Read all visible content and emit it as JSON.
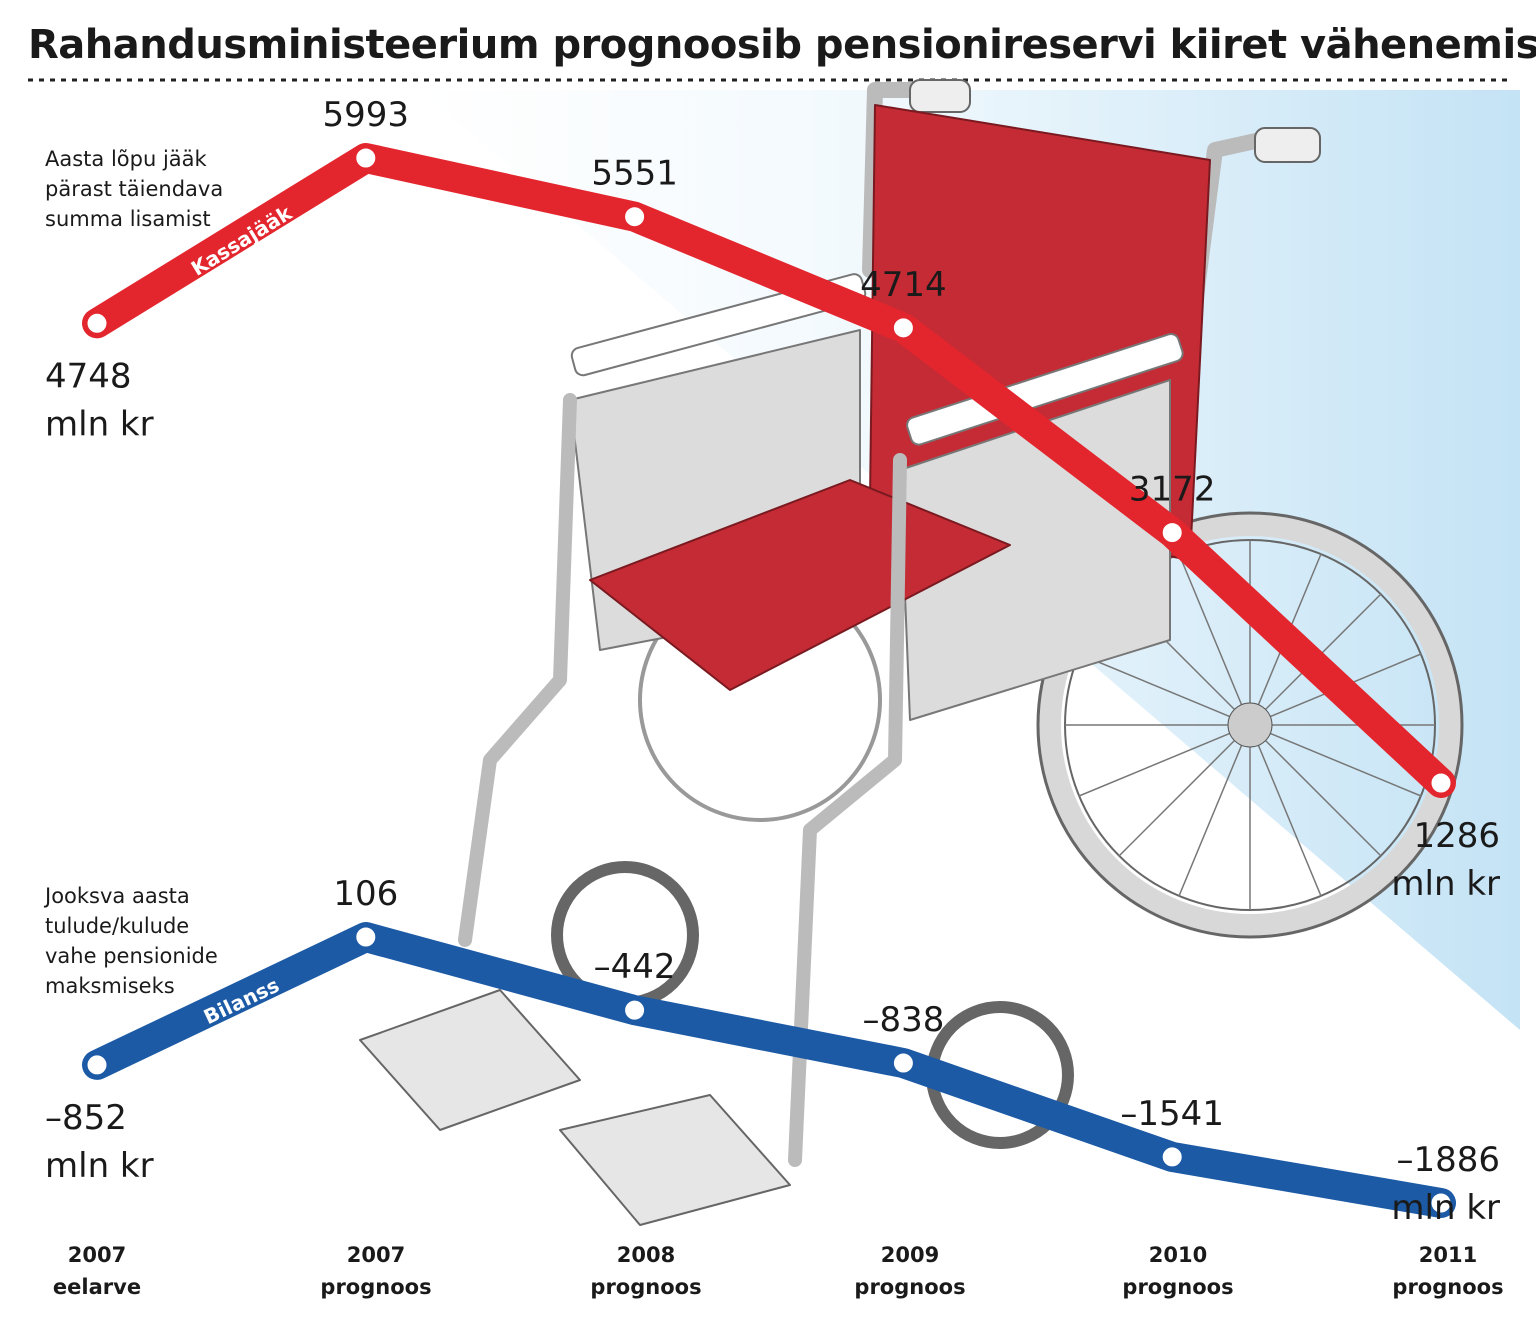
{
  "title": "Rahandusministeerium prognoosib pensionireservi kiiret vähenemist",
  "chart_data": {
    "type": "line",
    "categories": [
      {
        "year": "2007",
        "note": "eelarve"
      },
      {
        "year": "2007",
        "note": "prognoos"
      },
      {
        "year": "2008",
        "note": "prognoos"
      },
      {
        "year": "2009",
        "note": "prognoos"
      },
      {
        "year": "2010",
        "note": "prognoos"
      },
      {
        "year": "2011",
        "note": "prognoos"
      }
    ],
    "unit": "mln kr",
    "series": [
      {
        "name": "Kassajääk",
        "description_lines": [
          "Aasta lõpu jääk",
          "pärast täiendava",
          "summa lisamist"
        ],
        "color": "#e3262e",
        "values": [
          4748,
          5993,
          5551,
          4714,
          3172,
          1286
        ],
        "labels": [
          "4748",
          "5993",
          "5551",
          "4714",
          "3172",
          "1286"
        ]
      },
      {
        "name": "Bilanss",
        "description_lines": [
          "Jooksva aasta",
          "tulude/kulude",
          "vahe pensionide",
          "maksmiseks"
        ],
        "color": "#1c5aa6",
        "values": [
          -852,
          106,
          -442,
          -838,
          -1541,
          -1886
        ],
        "labels": [
          "–852",
          "106",
          "–442",
          "–838",
          "–1541",
          "–1886"
        ]
      }
    ]
  }
}
